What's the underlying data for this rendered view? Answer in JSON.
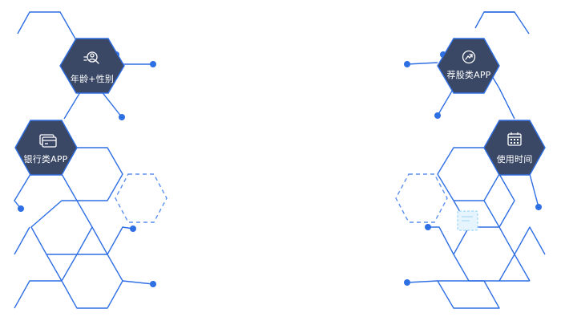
{
  "colors": {
    "line": "#2f6fe4",
    "dot": "#2f6fe4",
    "node_fill": "#3a4866",
    "node_stroke": "#2f6fe4",
    "dashed": "#5a8ff0",
    "accent_box": "#9fd5f5"
  },
  "nodes": {
    "age_gender": {
      "label": "年龄+性别",
      "icon": "person-search-icon"
    },
    "bank_app": {
      "label": "银行类APP",
      "icon": "credit-card-icon"
    },
    "stock_app": {
      "label": "荐股类APP",
      "icon": "chart-refresh-icon"
    },
    "usage_time": {
      "label": "使用时间",
      "icon": "calendar-icon"
    }
  }
}
